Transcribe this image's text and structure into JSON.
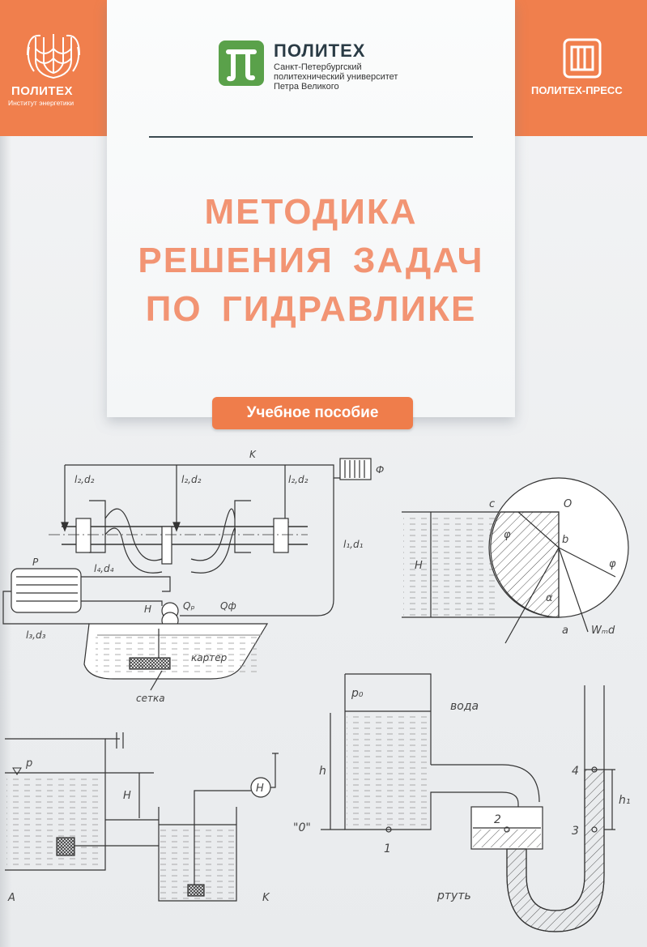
{
  "left_corner": {
    "brand": "ПОЛИТЕХ",
    "subtitle": "Институт энергетики"
  },
  "right_corner": {
    "brand": "ПОЛИТЕХ-ПРЕСС"
  },
  "university": {
    "logo_letter": "П",
    "name": "ПОЛИТЕХ",
    "desc_lines": [
      "Санкт-Петербургский",
      "политехнический университет",
      "Петра Великого"
    ]
  },
  "title_lines": [
    "МЕТОДИКА",
    "РЕШЕНИЯ  ЗАДАЧ",
    "ПО  ГИДРАВЛИКЕ"
  ],
  "badge": "Учебное пособие",
  "diagram_labels": {
    "engine": {
      "k": "K",
      "f": "Ф",
      "l2d2_a": "l₂,d₂",
      "l2d2_b": "l₂,d₂",
      "l2d2_c": "l₂,d₂",
      "p": "P",
      "l4d4": "l₄,d₄",
      "l1d1": "l₁,d₁",
      "h": "Н",
      "qp": "Qₚ",
      "qf": "Qф",
      "l3d3": "l₃,d₃",
      "karter": "картер",
      "setka": "сетка"
    },
    "gate": {
      "c": "c",
      "o": "O",
      "phi1": "φ",
      "b": "b",
      "phi2": "φ",
      "h": "H",
      "alpha": "α",
      "a": "a",
      "wmd": "Wₘd"
    },
    "tanks": {
      "p": "p",
      "h": "H",
      "pump": "H",
      "a": "A",
      "k": "K"
    },
    "manometer": {
      "p0": "p₀",
      "voda": "вода",
      "h": "h",
      "zero": "\"0\"",
      "pt1": "1",
      "pt2": "2",
      "pt3": "3",
      "pt4": "4",
      "h1": "h₁",
      "rtut": "ртуть"
    }
  },
  "colors": {
    "orange": "#f07f4d",
    "title": "#f29473",
    "text_dark": "#2a3b45",
    "logo_green": "#5aa14a"
  }
}
